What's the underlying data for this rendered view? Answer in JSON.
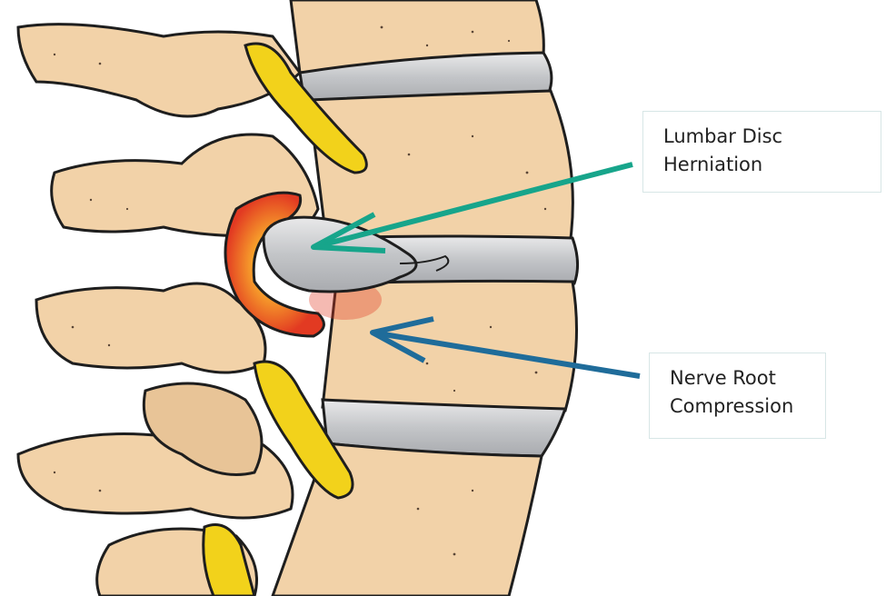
{
  "labels": {
    "herniation": {
      "line1": "Lumbar Disc",
      "line2": "Herniation"
    },
    "nerve_compression": {
      "line1": "Nerve Root",
      "line2": "Compression"
    }
  },
  "colors": {
    "bone": "#f2d2a8",
    "bone_shadow": "#e1b98a",
    "outline": "#1e1e1e",
    "disc": "#c7c9cc",
    "disc_highlight": "#eeeeee",
    "nerve": "#f2d21b",
    "inflammation_inner": "#f7a12b",
    "inflammation_outer": "#e23a22",
    "arrow_herniation": "#17a58b",
    "arrow_nerve": "#1f6c9a",
    "box_border": "#d7e6e6"
  }
}
